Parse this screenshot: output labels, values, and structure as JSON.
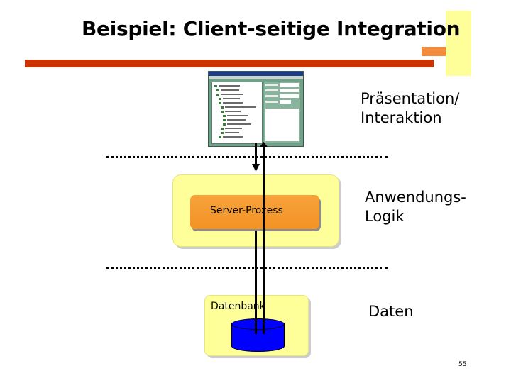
{
  "slide": {
    "title": "Beispiel: Client-seitige Integration",
    "page_number": "55"
  },
  "diagram": {
    "server_process_label": "Server-Prozess",
    "database_label": "Datenbank",
    "layers": {
      "presentation": [
        "Präsentation/",
        "Interaktion"
      ],
      "logic": [
        "Anwendungs-",
        "Logik"
      ],
      "data": [
        "Daten"
      ]
    }
  },
  "colors": {
    "title_bar": "#cc3300",
    "deco_yellow": "#ffff99",
    "deco_orange": "#f28c3c",
    "panel_yellow": "#ffff99",
    "server_orange": "#f39325",
    "database_blue": "#0000ff"
  }
}
